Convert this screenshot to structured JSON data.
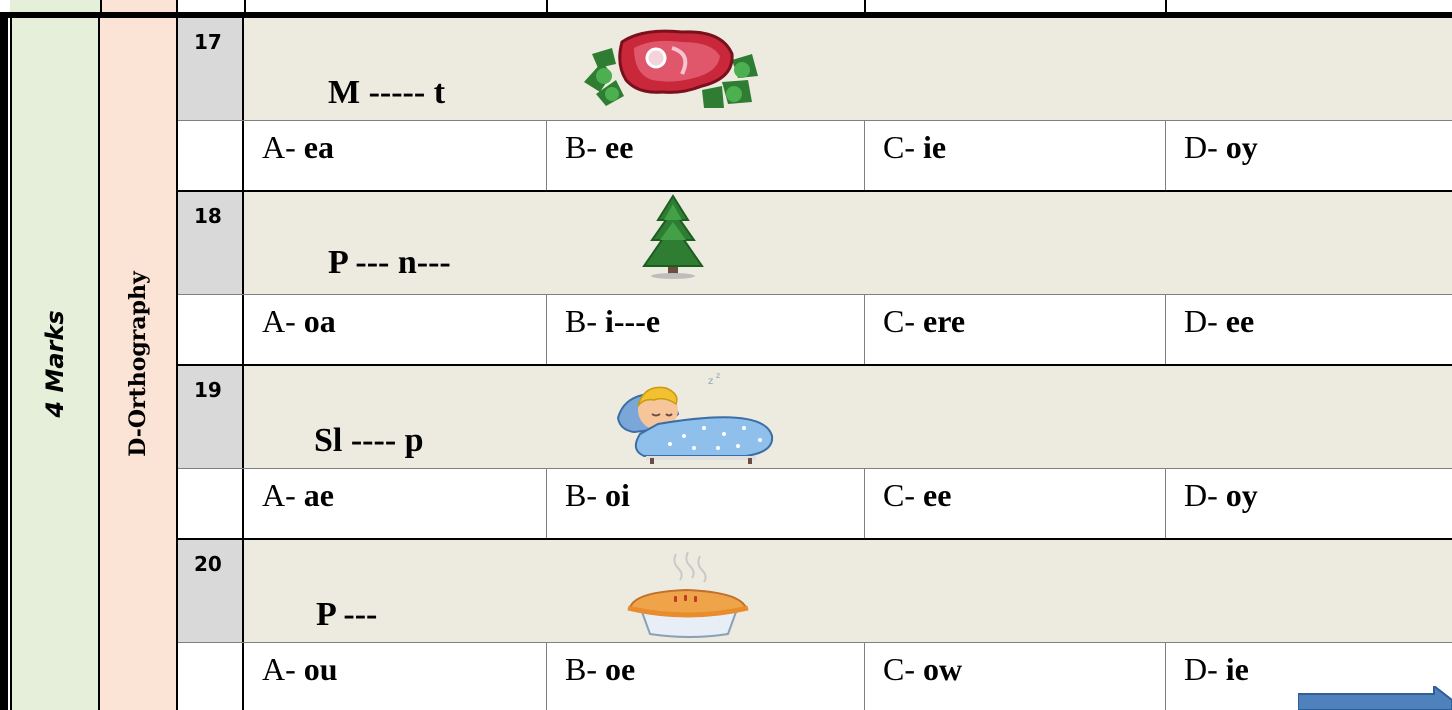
{
  "sidebar": {
    "marks": "4 Marks",
    "section": "D-Orthography"
  },
  "questions": [
    {
      "number": "17",
      "word": "M ----- t",
      "image_icon": "meat-icon",
      "options": [
        {
          "letter": "A-",
          "answer": "ea"
        },
        {
          "letter": "B-",
          "answer": "ee"
        },
        {
          "letter": "C-",
          "answer": "ie"
        },
        {
          "letter": "D-",
          "answer": "oy"
        }
      ]
    },
    {
      "number": "18",
      "word": "P --- n---",
      "image_icon": "pine-tree-icon",
      "options": [
        {
          "letter": "A-",
          "answer": "oa"
        },
        {
          "letter": "B-",
          "answer": "i---e"
        },
        {
          "letter": "C-",
          "answer": "ere"
        },
        {
          "letter": "D-",
          "answer": "ee"
        }
      ]
    },
    {
      "number": "19",
      "word": "Sl ---- p",
      "image_icon": "sleeping-child-icon",
      "options": [
        {
          "letter": "A-",
          "answer": "ae"
        },
        {
          "letter": "B-",
          "answer": "oi"
        },
        {
          "letter": "C-",
          "answer": "ee"
        },
        {
          "letter": "D-",
          "answer": "oy"
        }
      ]
    },
    {
      "number": "20",
      "word": "P ---",
      "image_icon": "pie-icon",
      "options": [
        {
          "letter": "A-",
          "answer": "ou"
        },
        {
          "letter": "B-",
          "answer": "oe"
        },
        {
          "letter": "C-",
          "answer": "ow"
        },
        {
          "letter": "D-",
          "answer": "ie"
        }
      ]
    }
  ],
  "navigation": {
    "next_icon": "next-arrow-icon"
  },
  "colors": {
    "marks_column": "#e5efd9",
    "section_column": "#fbe4d6",
    "question_row": "#edebe0",
    "number_cell": "#d9d9d9",
    "arrow": "#4f81bd"
  }
}
